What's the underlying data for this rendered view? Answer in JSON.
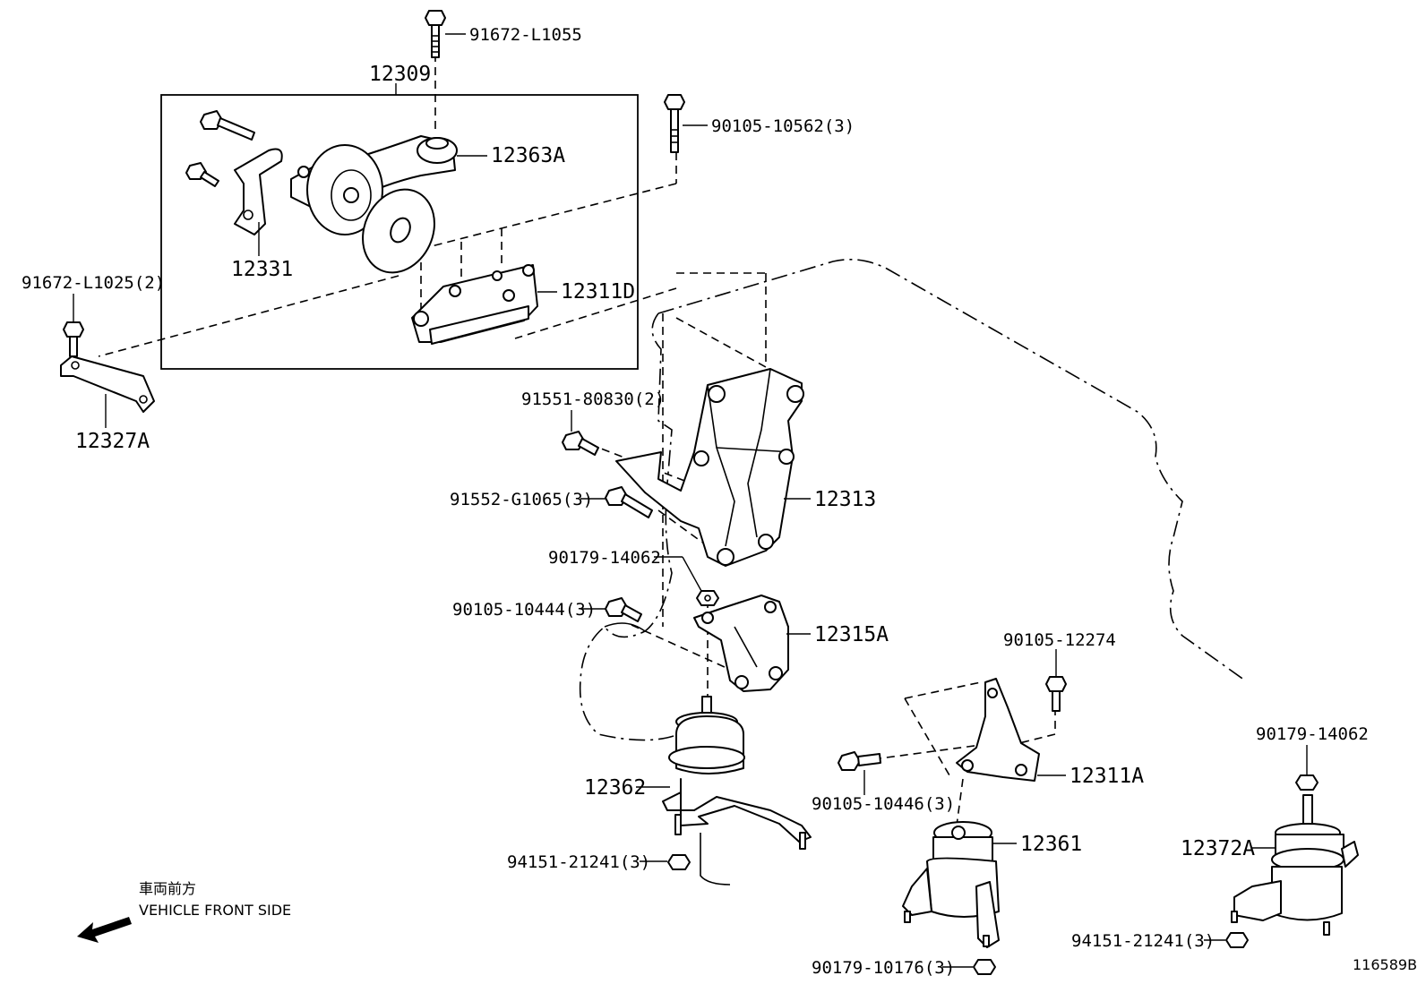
{
  "labels": {
    "p91672_L1055": "91672-L1055",
    "p12309": "12309",
    "p90105_10562": "90105-10562(3)",
    "p12363A": "12363A",
    "p12331": "12331",
    "p91672_L1025": "91672-L1025(2)",
    "p12311D": "12311D",
    "p12327A": "12327A",
    "p91551_80830": "91551-80830(2)",
    "p91552_G1065": "91552-G1065(3)",
    "p12313": "12313",
    "p90179_14062_a": "90179-14062",
    "p90105_10444": "90105-10444(3)",
    "p12315A": "12315A",
    "p90105_12274": "90105-12274",
    "p12362": "12362",
    "p90105_10446": "90105-10446(3)",
    "p12311A": "12311A",
    "p90179_14062_b": "90179-14062",
    "p94151_21241_a": "94151-21241(3)",
    "p12361": "12361",
    "p12372A": "12372A",
    "p90179_10176": "90179-10176(3)",
    "p94151_21241_b": "94151-21241(3)"
  },
  "legend": {
    "japanese": "車両前方",
    "english": "VEHICLE FRONT SIDE"
  },
  "figure_id": "116589B"
}
